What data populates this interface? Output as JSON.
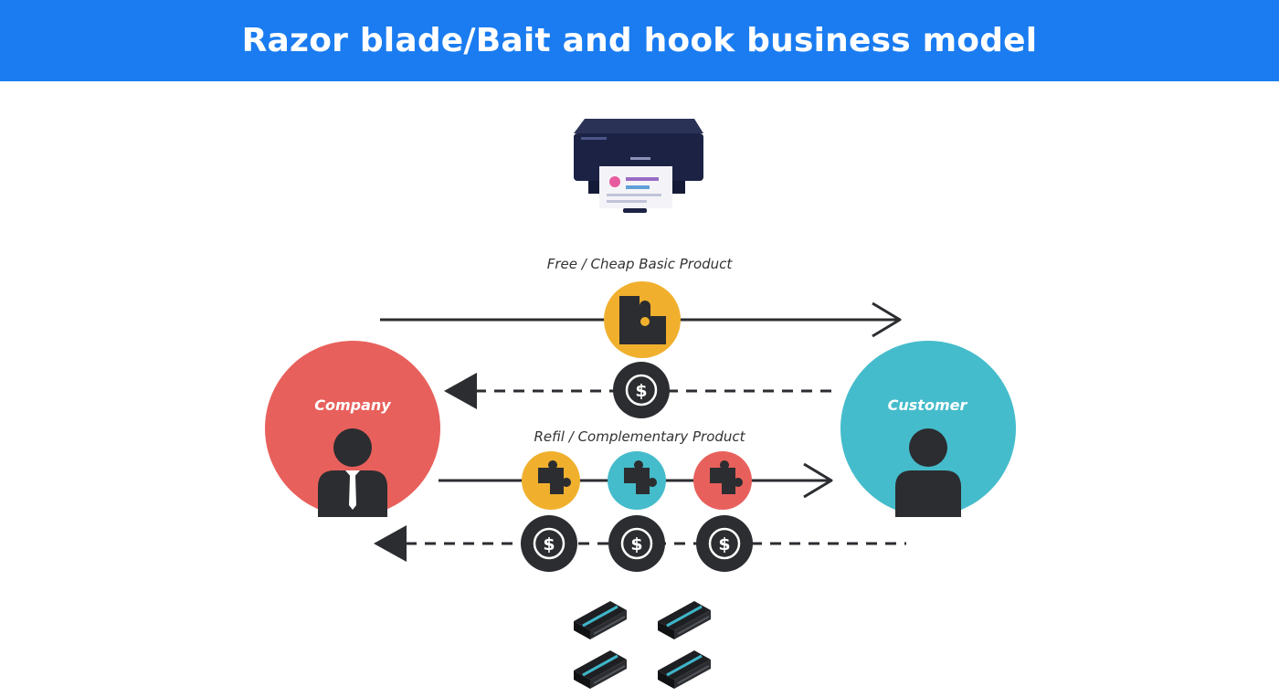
{
  "header": {
    "title": "Razor blade/Bait and hook business model"
  },
  "flows": {
    "basic_label": "Free / Cheap Basic Product",
    "refill_label": "Refil / Complementary Product"
  },
  "actors": {
    "company": "Company",
    "customer": "Customer"
  },
  "colors": {
    "header_bg": "#1a7cf0",
    "company": "#e8605c",
    "customer": "#45bccb",
    "yellow": "#f0b02e",
    "dark": "#2b2d30"
  },
  "icons": {
    "top": "printer-icon",
    "bottom": "toner-cartridge-icon",
    "money": "dollar-coin-icon",
    "product": "puzzle-piece-icon"
  }
}
